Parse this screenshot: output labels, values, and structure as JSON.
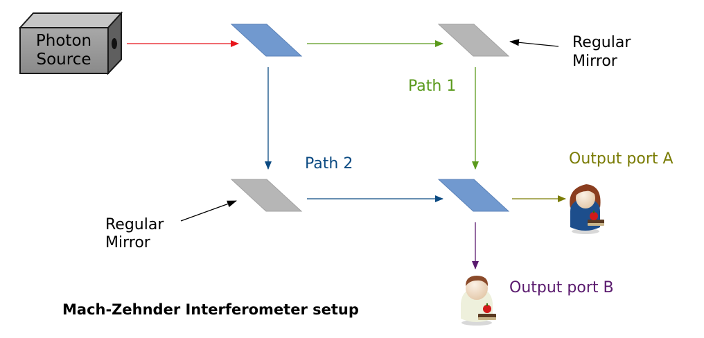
{
  "source": {
    "line1": "Photon",
    "line2": "Source"
  },
  "labels": {
    "mirror_top": {
      "line1": "Regular",
      "line2": "Mirror"
    },
    "mirror_bottom": {
      "line1": "Regular",
      "line2": "Mirror"
    },
    "path1": "Path 1",
    "path2": "Path 2",
    "output_a": "Output port A",
    "output_b": "Output port B"
  },
  "caption": "Mach-Zehnder Interferometer setup",
  "colors": {
    "input_beam": "#e8151b",
    "path1": "#5a9a1c",
    "path2": "#0b4a82",
    "output_a": "#7a7c05",
    "output_b": "#5a1a6e",
    "beam_splitter": "#7199cf",
    "mirror": "#b6b6b6",
    "pointer": "#000000"
  },
  "icons": {
    "source": "photon-source-box-icon",
    "beam_splitter": "beam-splitter-icon",
    "mirror": "mirror-icon",
    "observer": "observer-person-icon"
  }
}
